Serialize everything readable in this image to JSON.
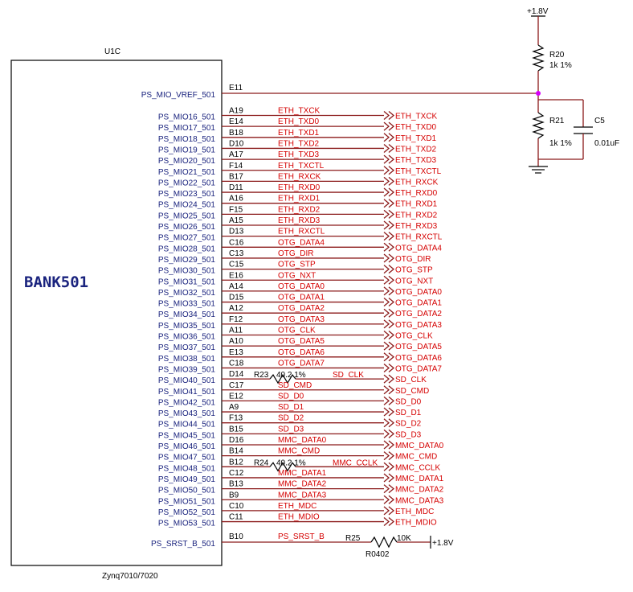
{
  "component": {
    "ref": "U1C",
    "bank": "BANK501",
    "part": "Zynq7010/7020"
  },
  "vref": {
    "pin_name": "PS_MIO_VREF_501",
    "pin_num": "E11"
  },
  "mio_pins": [
    {
      "name": "PS_MIO16_501",
      "num": "A19",
      "net": "ETH_TXCK",
      "port": "ETH_TXCK"
    },
    {
      "name": "PS_MIO17_501",
      "num": "E14",
      "net": "ETH_TXD0",
      "port": "ETH_TXD0"
    },
    {
      "name": "PS_MIO18_501",
      "num": "B18",
      "net": "ETH_TXD1",
      "port": "ETH_TXD1"
    },
    {
      "name": "PS_MIO19_501",
      "num": "D10",
      "net": "ETH_TXD2",
      "port": "ETH_TXD2"
    },
    {
      "name": "PS_MIO20_501",
      "num": "A17",
      "net": "ETH_TXD3",
      "port": "ETH_TXD3"
    },
    {
      "name": "PS_MIO21_501",
      "num": "F14",
      "net": "ETH_TXCTL",
      "port": "ETH_TXCTL"
    },
    {
      "name": "PS_MIO22_501",
      "num": "B17",
      "net": "ETH_RXCK",
      "port": "ETH_RXCK"
    },
    {
      "name": "PS_MIO23_501",
      "num": "D11",
      "net": "ETH_RXD0",
      "port": "ETH_RXD0"
    },
    {
      "name": "PS_MIO24_501",
      "num": "A16",
      "net": "ETH_RXD1",
      "port": "ETH_RXD1"
    },
    {
      "name": "PS_MIO25_501",
      "num": "F15",
      "net": "ETH_RXD2",
      "port": "ETH_RXD2"
    },
    {
      "name": "PS_MIO26_501",
      "num": "A15",
      "net": "ETH_RXD3",
      "port": "ETH_RXD3"
    },
    {
      "name": "PS_MIO27_501",
      "num": "D13",
      "net": "ETH_RXCTL",
      "port": "ETH_RXCTL"
    },
    {
      "name": "PS_MIO28_501",
      "num": "C16",
      "net": "OTG_DATA4",
      "port": "OTG_DATA4"
    },
    {
      "name": "PS_MIO29_501",
      "num": "C13",
      "net": "OTG_DIR",
      "port": "OTG_DIR"
    },
    {
      "name": "PS_MIO30_501",
      "num": "C15",
      "net": "OTG_STP",
      "port": "OTG_STP"
    },
    {
      "name": "PS_MIO31_501",
      "num": "E16",
      "net": "OTG_NXT",
      "port": "OTG_NXT"
    },
    {
      "name": "PS_MIO32_501",
      "num": "A14",
      "net": "OTG_DATA0",
      "port": "OTG_DATA0"
    },
    {
      "name": "PS_MIO33_501",
      "num": "D15",
      "net": "OTG_DATA1",
      "port": "OTG_DATA1"
    },
    {
      "name": "PS_MIO34_501",
      "num": "A12",
      "net": "OTG_DATA2",
      "port": "OTG_DATA2"
    },
    {
      "name": "PS_MIO35_501",
      "num": "F12",
      "net": "OTG_DATA3",
      "port": "OTG_DATA3"
    },
    {
      "name": "PS_MIO36_501",
      "num": "A11",
      "net": "OTG_CLK",
      "port": "OTG_CLK"
    },
    {
      "name": "PS_MIO37_501",
      "num": "A10",
      "net": "OTG_DATA5",
      "port": "OTG_DATA5"
    },
    {
      "name": "PS_MIO38_501",
      "num": "E13",
      "net": "OTG_DATA6",
      "port": "OTG_DATA6"
    },
    {
      "name": "PS_MIO39_501",
      "num": "C18",
      "net": "OTG_DATA7",
      "port": "OTG_DATA7"
    },
    {
      "name": "PS_MIO40_501",
      "num": "D14",
      "net": "SD_CLK",
      "port": "SD_CLK",
      "resistor": "R23",
      "rvalue": "40.2 1%"
    },
    {
      "name": "PS_MIO41_501",
      "num": "C17",
      "net": "SD_CMD",
      "port": "SD_CMD"
    },
    {
      "name": "PS_MIO42_501",
      "num": "E12",
      "net": "SD_D0",
      "port": "SD_D0"
    },
    {
      "name": "PS_MIO43_501",
      "num": "A9",
      "net": "SD_D1",
      "port": "SD_D1"
    },
    {
      "name": "PS_MIO44_501",
      "num": "F13",
      "net": "SD_D2",
      "port": "SD_D2"
    },
    {
      "name": "PS_MIO45_501",
      "num": "B15",
      "net": "SD_D3",
      "port": "SD_D3"
    },
    {
      "name": "PS_MIO46_501",
      "num": "D16",
      "net": "MMC_DATA0",
      "port": "MMC_DATA0"
    },
    {
      "name": "PS_MIO47_501",
      "num": "B14",
      "net": "MMC_CMD",
      "port": "MMC_CMD"
    },
    {
      "name": "PS_MIO48_501",
      "num": "B12",
      "net": "MMC_CCLK",
      "port": "MMC_CCLK",
      "resistor": "R24",
      "rvalue": "40.2 1%"
    },
    {
      "name": "PS_MIO49_501",
      "num": "C12",
      "net": "MMC_DATA1",
      "port": "MMC_DATA1"
    },
    {
      "name": "PS_MIO50_501",
      "num": "B13",
      "net": "MMC_DATA2",
      "port": "MMC_DATA2"
    },
    {
      "name": "PS_MIO51_501",
      "num": "B9",
      "net": "MMC_DATA3",
      "port": "MMC_DATA3"
    },
    {
      "name": "PS_MIO52_501",
      "num": "C10",
      "net": "ETH_MDC",
      "port": "ETH_MDC"
    },
    {
      "name": "PS_MIO53_501",
      "num": "C11",
      "net": "ETH_MDIO",
      "port": "ETH_MDIO"
    }
  ],
  "srst": {
    "pin_name": "PS_SRST_B_501",
    "pin_num": "B10",
    "net": "PS_SRST_B",
    "resistor": "R25",
    "rvalue": "10K",
    "package": "R0402",
    "rail": "+1.8V"
  },
  "vref_network": {
    "rail": "+1.8V",
    "r20": {
      "ref": "R20",
      "value": "1k 1%"
    },
    "r21": {
      "ref": "R21",
      "value": "1k 1%"
    },
    "c5": {
      "ref": "C5",
      "value": "0.01uF"
    }
  }
}
